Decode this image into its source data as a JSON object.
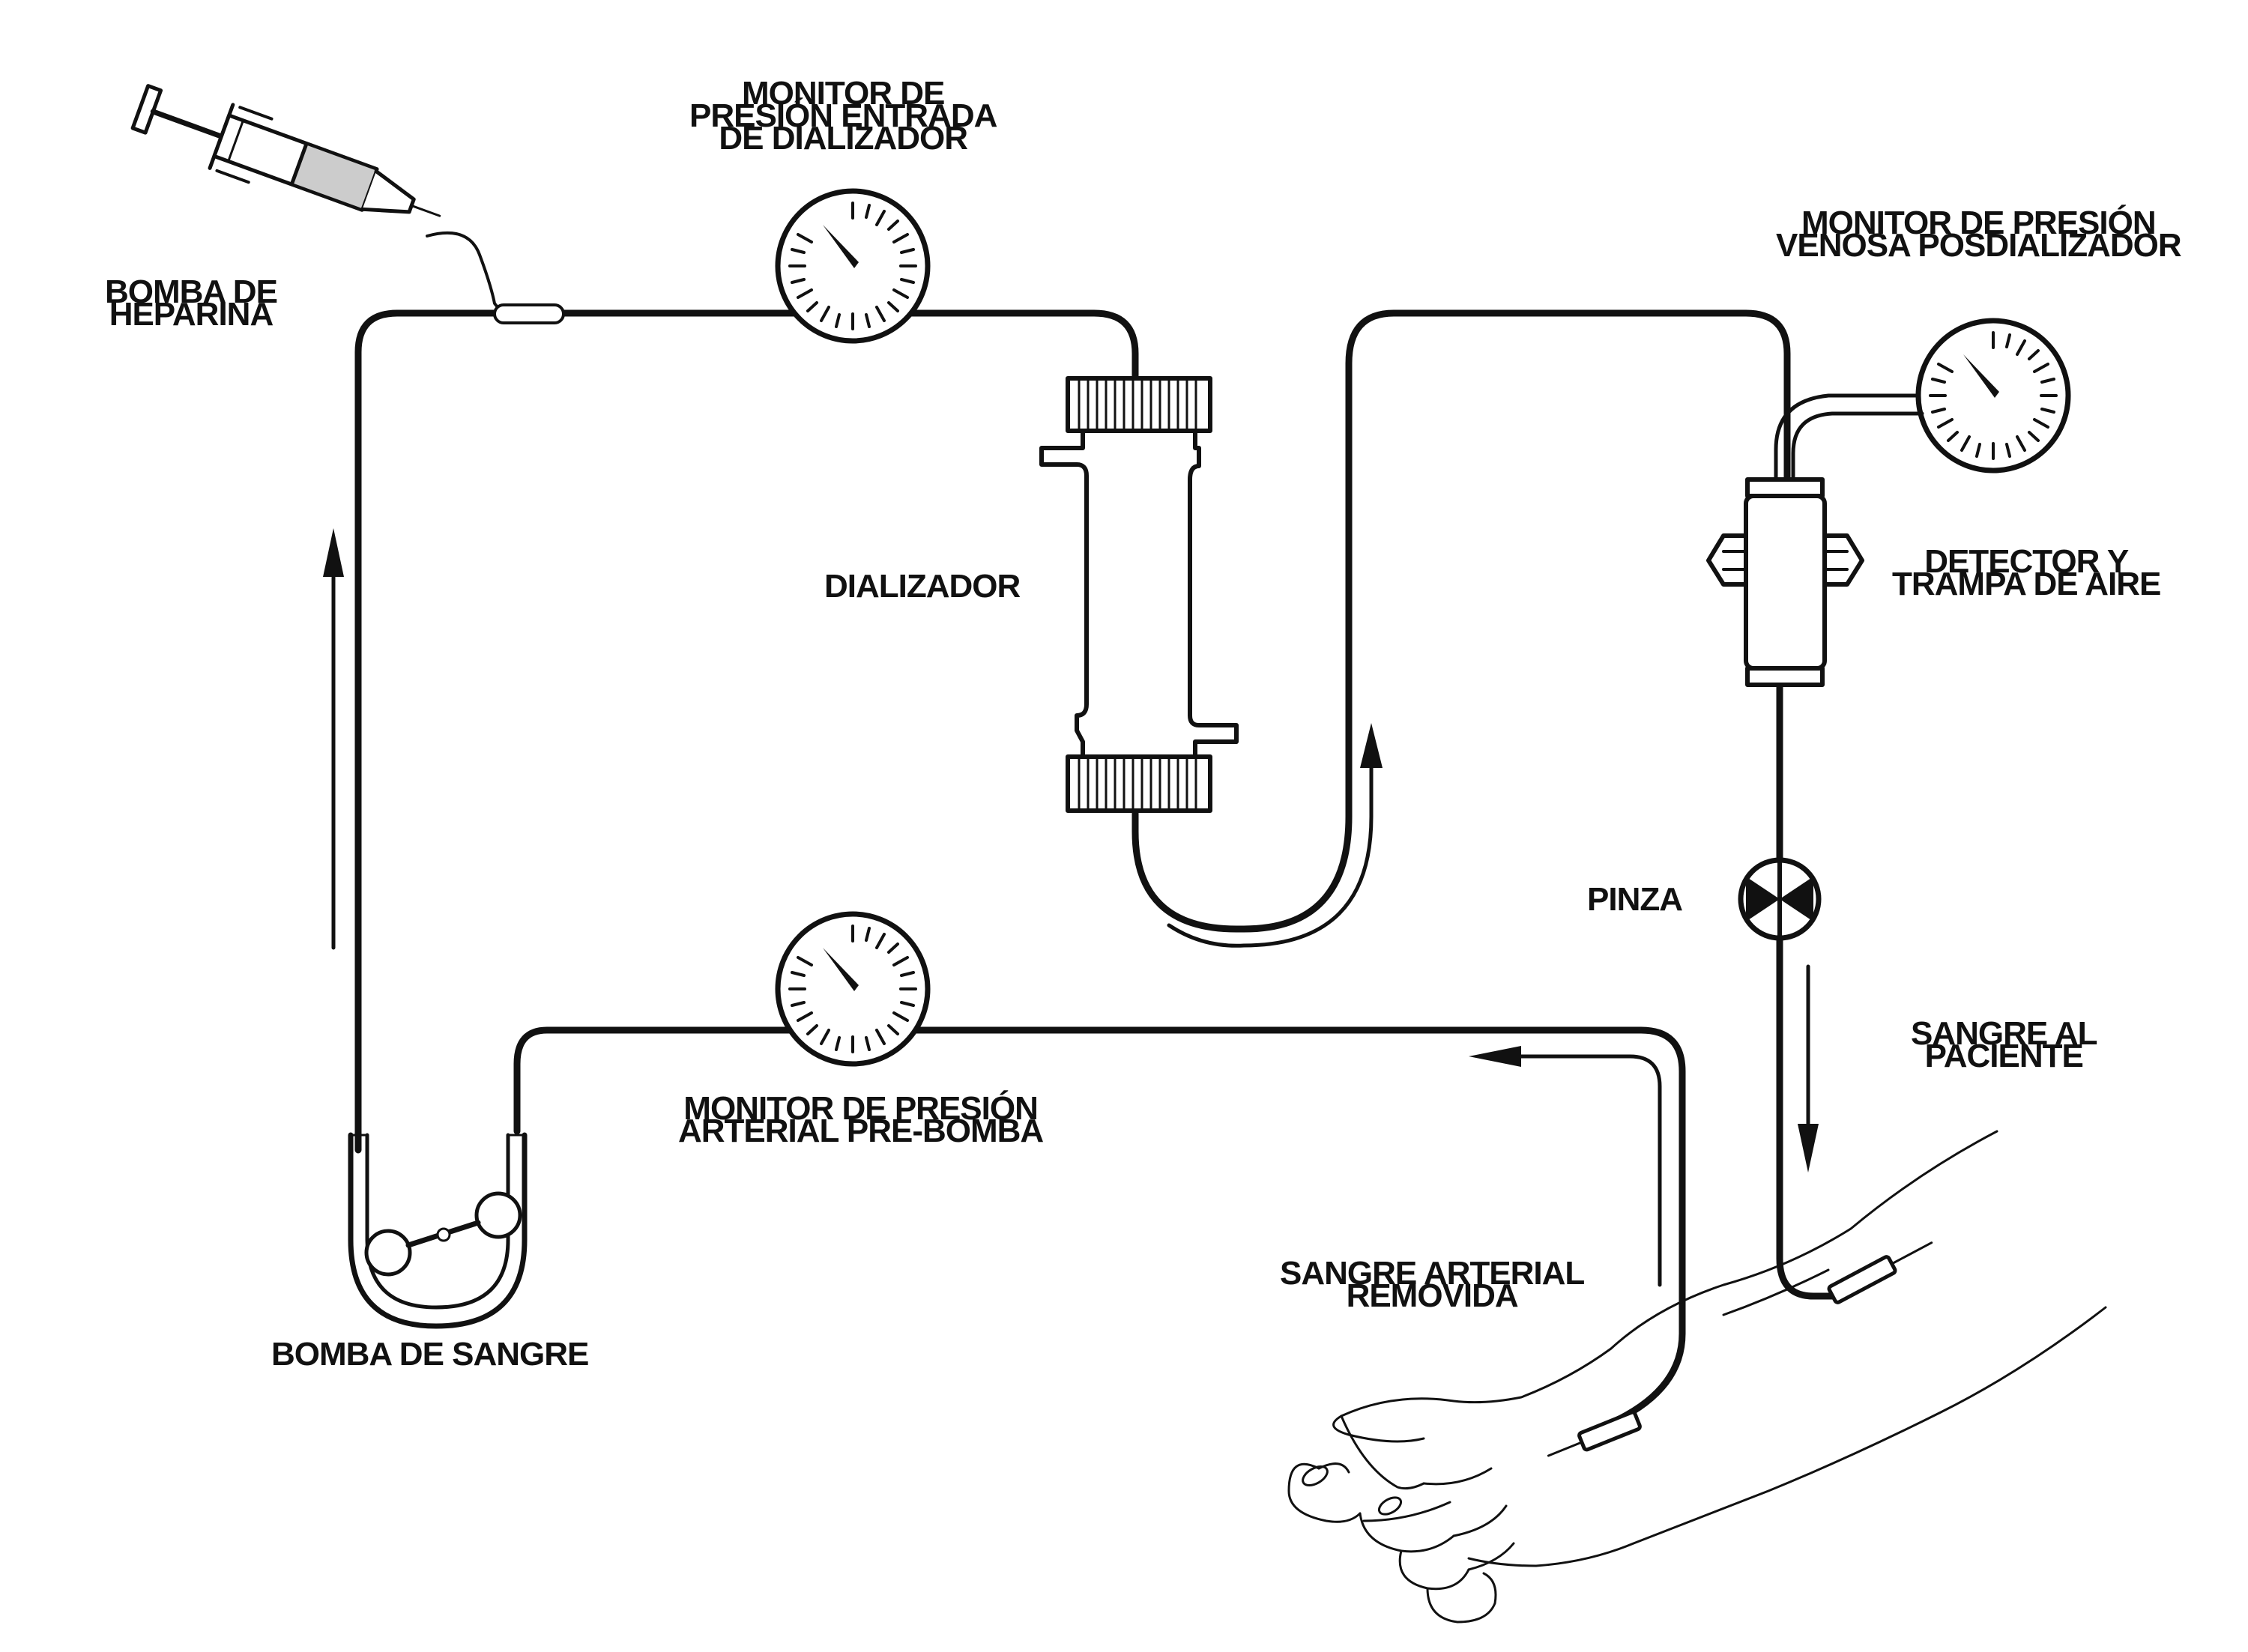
{
  "labels": {
    "heparin_pump": [
      "BOMBA DE",
      "HEPARINA"
    ],
    "inlet_pressure_monitor": [
      "MONITOR DE",
      "PRESIÓN ENTRADA",
      "DE DIALIZADOR"
    ],
    "dialyzer": "DIALIZADOR",
    "venous_pressure_monitor": [
      "MONITOR DE PRESIÓN",
      "VENOSA POSDIALIZADOR"
    ],
    "air_trap": [
      "DETECTOR Y",
      "TRAMPA DE AIRE"
    ],
    "clamp": "PINZA",
    "blood_to_patient": [
      "SANGRE AL",
      "PACIENTE"
    ],
    "arterial_pressure_monitor": [
      "MONITOR DE PRESIÓN",
      "ARTERIAL PRE-BOMBA"
    ],
    "blood_removed": [
      "SANGRE ARTERIAL",
      "REMOVIDA"
    ],
    "blood_pump": "BOMBA DE SANGRE"
  },
  "colors": {
    "line": "#111111",
    "syringe_fill": "#cccccc",
    "background": "#ffffff"
  }
}
